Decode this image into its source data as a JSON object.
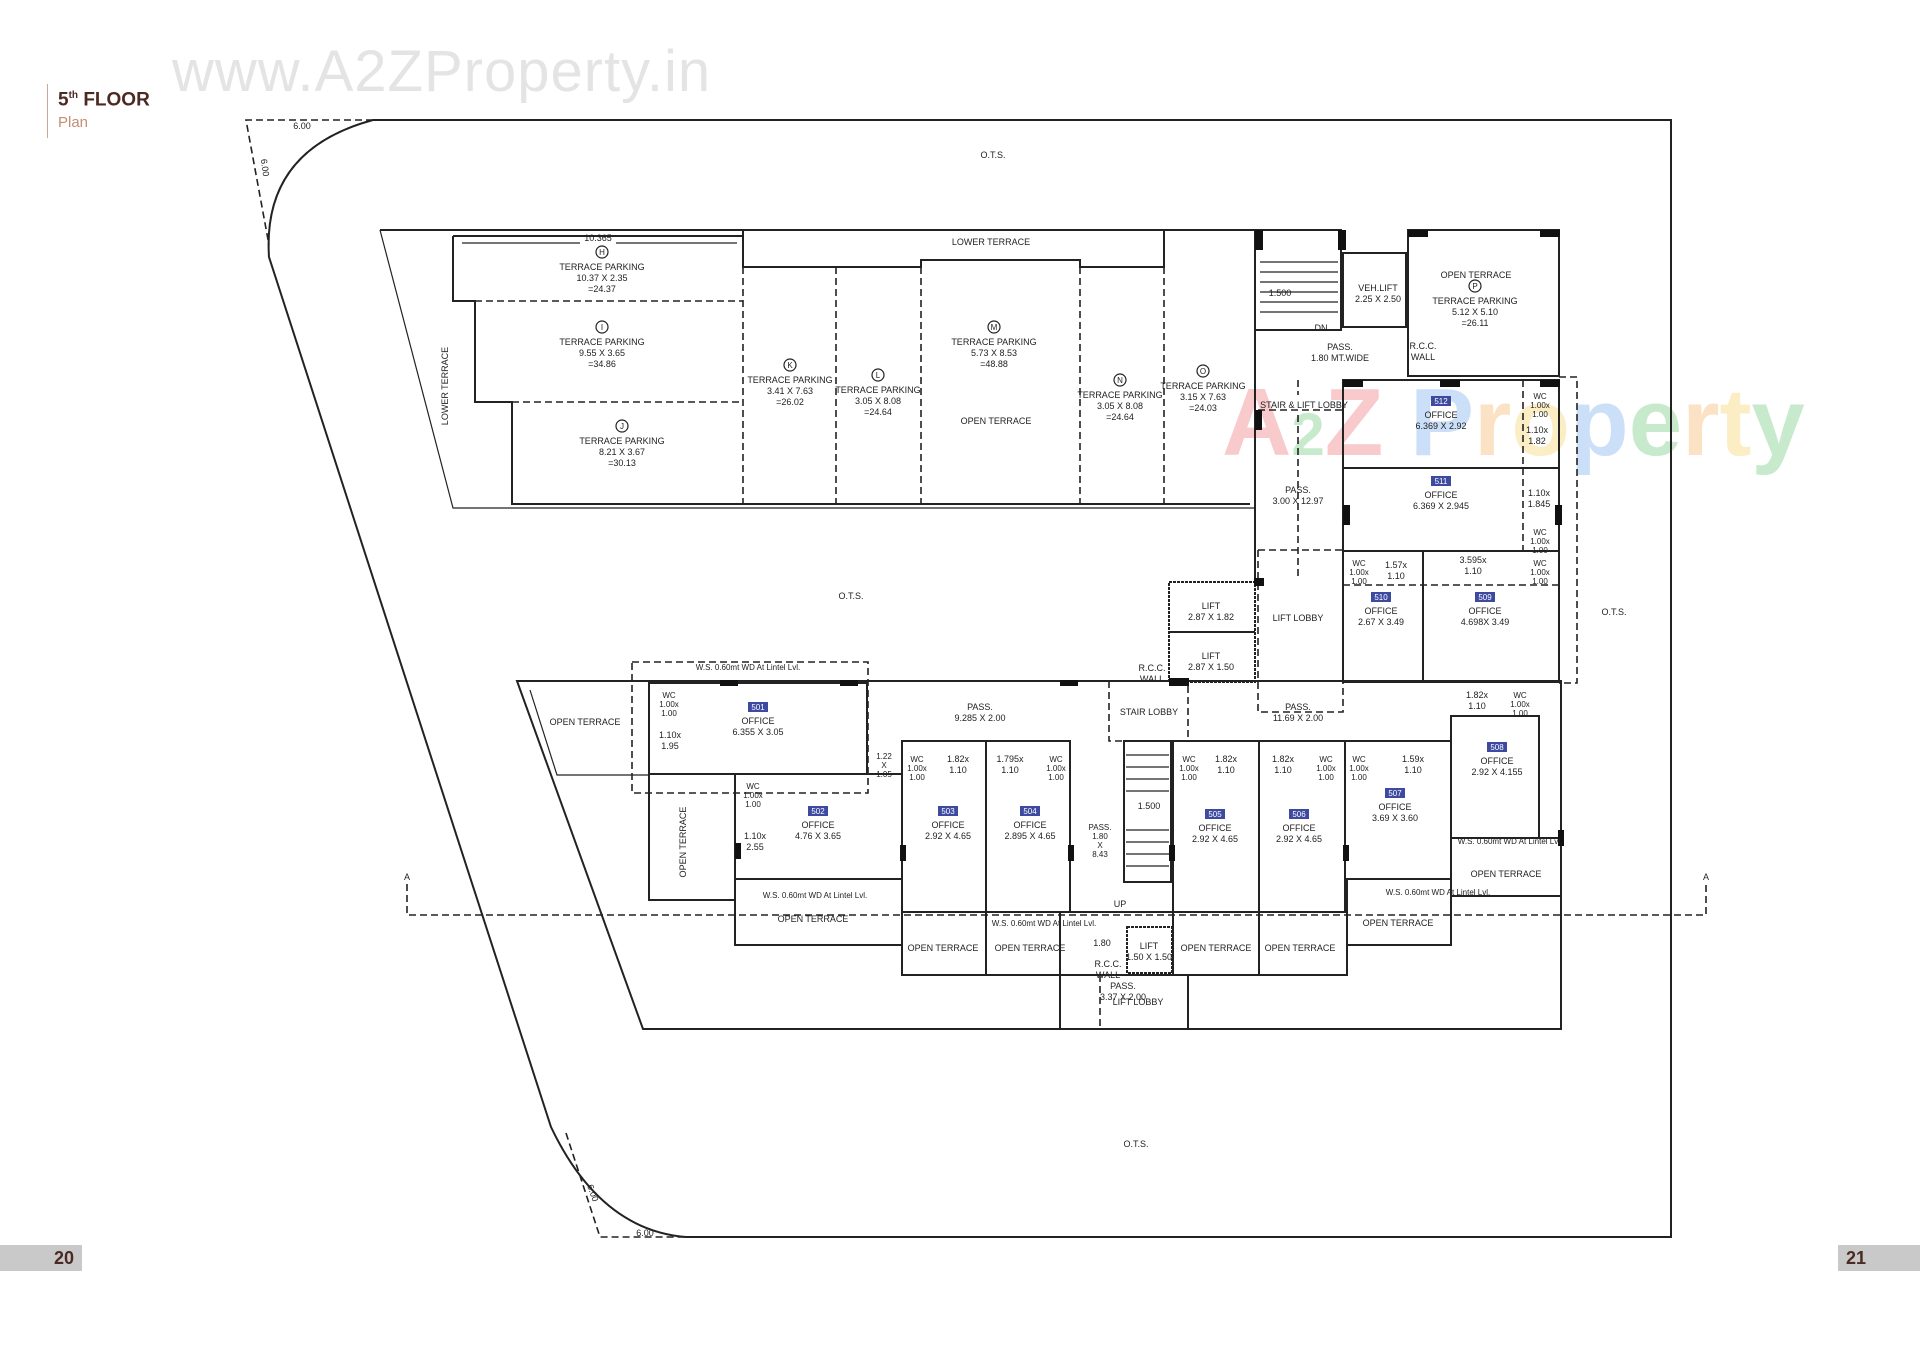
{
  "header": {
    "floor_number": "5",
    "floor_suffix": "th",
    "floor_word": "FLOOR",
    "subtitle": "Plan"
  },
  "watermark": {
    "url": "www.A2ZProperty.in",
    "brand": "A2Z Property"
  },
  "pages": {
    "left": "20",
    "right": "21"
  },
  "colors": {
    "title": "#4a2a22",
    "subtitle": "#c58d72",
    "badge": "#3d4aa0",
    "page_box": "#c9c9c9"
  },
  "dimensions": {
    "top": "6.00",
    "left": "6.00",
    "bottom_side": "6.00",
    "bottom": "6.00",
    "parking_width": "10.365",
    "section_left": "A",
    "section_right": "A"
  },
  "rooms": [
    {
      "tag": "H",
      "lines": [
        "TERRACE PARKING",
        "10.37 X 2.35",
        "=24.37"
      ]
    },
    {
      "tag": "I",
      "lines": [
        "TERRACE PARKING",
        "9.55 X 3.65",
        "=34.86"
      ]
    },
    {
      "tag": "J",
      "lines": [
        "TERRACE PARKING",
        "8.21 X 3.67",
        "=30.13"
      ]
    },
    {
      "tag": "K",
      "lines": [
        "TERRACE PARKING",
        "3.41 X 7.63",
        "=26.02"
      ]
    },
    {
      "tag": "L",
      "lines": [
        "TERRACE PARKING",
        "3.05 X 8.08",
        "=24.64"
      ]
    },
    {
      "tag": "M",
      "lines": [
        "TERRACE PARKING",
        "5.73 X 8.53",
        "=48.88"
      ]
    },
    {
      "tag": "N",
      "lines": [
        "TERRACE PARKING",
        "3.05 X 8.08",
        "=24.64"
      ]
    },
    {
      "tag": "O",
      "lines": [
        "TERRACE PARKING",
        "3.15 X 7.63",
        "=24.03"
      ]
    },
    {
      "tag": "P",
      "lines": [
        "TERRACE PARKING",
        "5.12 X 5.10",
        "=26.11"
      ]
    },
    {
      "number": "512",
      "lines": [
        "OFFICE",
        "6.369 X 2.92"
      ]
    },
    {
      "number": "511",
      "lines": [
        "OFFICE",
        "6.369 X 2.945"
      ]
    },
    {
      "number": "510",
      "lines": [
        "OFFICE",
        "2.67 X 3.49"
      ]
    },
    {
      "number": "509",
      "lines": [
        "OFFICE",
        "4.698X 3.49"
      ]
    },
    {
      "number": "501",
      "lines": [
        "OFFICE",
        "6.355 X 3.05"
      ]
    },
    {
      "number": "502",
      "lines": [
        "OFFICE",
        "4.76 X 3.65"
      ]
    },
    {
      "number": "503",
      "lines": [
        "OFFICE",
        "2.92 X 4.65"
      ]
    },
    {
      "number": "504",
      "lines": [
        "OFFICE",
        "2.895 X 4.65"
      ]
    },
    {
      "number": "505",
      "lines": [
        "OFFICE",
        "2.92 X 4.65"
      ]
    },
    {
      "number": "506",
      "lines": [
        "OFFICE",
        "2.92 X 4.65"
      ]
    },
    {
      "number": "507",
      "lines": [
        "OFFICE",
        "3.69 X 3.60"
      ]
    },
    {
      "number": "508",
      "lines": [
        "OFFICE",
        "2.92 X 4.155"
      ]
    },
    {
      "lines": [
        "LIFT",
        "2.87 X 1.82"
      ]
    },
    {
      "lines": [
        "LIFT",
        "2.87 X 1.50"
      ]
    },
    {
      "lines": [
        "VEH.LIFT",
        "2.25 X 2.50"
      ]
    },
    {
      "lines": [
        "LIFT",
        "1.50 X 1.50"
      ]
    },
    {
      "lines": [
        "PASS.",
        "1.80 MT.WIDE"
      ]
    },
    {
      "lines": [
        "PASS.",
        "3.00 X 12.97"
      ]
    },
    {
      "lines": [
        "PASS.",
        "11.69 X 2.00"
      ]
    },
    {
      "lines": [
        "PASS.",
        "9.285 X 2.00"
      ]
    },
    {
      "lines": [
        "PASS.",
        "1.80",
        "X",
        "8.43"
      ]
    },
    {
      "lines": [
        "PASS.",
        "3.37 X 2.00"
      ]
    },
    {
      "lines": [
        "STAIR & LIFT LOBBY"
      ]
    },
    {
      "lines": [
        "LIFT LOBBY"
      ]
    },
    {
      "lines": [
        "STAIR LOBBY"
      ]
    },
    {
      "lines": [
        "LIFT LOBBY"
      ]
    },
    {
      "lines": [
        "R.C.C.",
        "WALL"
      ]
    },
    {
      "lines": [
        "R.C.C.",
        "WALL"
      ]
    },
    {
      "lines": [
        "R.C.C.",
        "WALL"
      ]
    },
    {
      "lines": [
        "LOWER TERRACE"
      ]
    },
    {
      "lines": [
        "LOWER TERRACE"
      ]
    },
    {
      "lines": [
        "OPEN TERRACE"
      ]
    },
    {
      "lines": [
        "OPEN TERRACE"
      ]
    },
    {
      "lines": [
        "OPEN TERRACE"
      ]
    },
    {
      "lines": [
        "OPEN TERRACE"
      ]
    },
    {
      "lines": [
        "OPEN TERRACE"
      ]
    },
    {
      "lines": [
        "OPEN TERRACE"
      ]
    },
    {
      "lines": [
        "OPEN TERRACE"
      ]
    },
    {
      "lines": [
        "OPEN TERRACE"
      ]
    },
    {
      "lines": [
        "OPEN TERRACE"
      ]
    },
    {
      "lines": [
        "OPEN TERRACE"
      ]
    },
    {
      "lines": [
        "OPEN TERRACE"
      ]
    },
    {
      "lines": [
        "O.T.S."
      ]
    },
    {
      "lines": [
        "O.T.S."
      ]
    },
    {
      "lines": [
        "O.T.S."
      ]
    },
    {
      "lines": [
        "O.T.S."
      ]
    },
    {
      "lines": [
        "1.500"
      ]
    },
    {
      "lines": [
        "1.500"
      ]
    },
    {
      "lines": [
        "DN"
      ]
    },
    {
      "lines": [
        "UP"
      ]
    },
    {
      "lines": [
        "1.80"
      ]
    },
    {
      "lines": [
        "W.S. 0.60mt WD At Lintel Lvl."
      ]
    },
    {
      "lines": [
        "W.S. 0.60mt WD At Lintel Lvl."
      ]
    },
    {
      "lines": [
        "W.S. 0.60mt WD At Lintel Lvl."
      ]
    },
    {
      "lines": [
        "W.S. 0.60mt WD At Lintel Lvl."
      ]
    },
    {
      "lines": [
        "W.S. 0.60mt WD At Lintel Lvl."
      ]
    },
    {
      "lines": [
        "WC",
        "1.00x",
        "1.00"
      ]
    },
    {
      "lines": [
        "1.10x",
        "1.95"
      ]
    },
    {
      "lines": [
        "WC",
        "1.00x",
        "1.00"
      ]
    },
    {
      "lines": [
        "1.10x",
        "2.55"
      ]
    },
    {
      "lines": [
        "1.22",
        "X",
        "1.05"
      ]
    },
    {
      "lines": [
        "WC",
        "1.00x",
        "1.00"
      ]
    },
    {
      "lines": [
        "1.82x",
        "1.10"
      ]
    },
    {
      "lines": [
        "1.795x",
        "1.10"
      ]
    },
    {
      "lines": [
        "WC",
        "1.00x",
        "1.00"
      ]
    },
    {
      "lines": [
        "WC",
        "1.00x",
        "1.00"
      ]
    },
    {
      "lines": [
        "1.82x",
        "1.10"
      ]
    },
    {
      "lines": [
        "1.82x",
        "1.10"
      ]
    },
    {
      "lines": [
        "WC",
        "1.00x",
        "1.00"
      ]
    },
    {
      "lines": [
        "WC",
        "1.00x",
        "1.00"
      ]
    },
    {
      "lines": [
        "1.59x",
        "1.10"
      ]
    },
    {
      "lines": [
        "1.82x",
        "1.10"
      ]
    },
    {
      "lines": [
        "WC",
        "1.00x",
        "1.00"
      ]
    },
    {
      "lines": [
        "WC",
        "1.00x",
        "1.00"
      ]
    },
    {
      "lines": [
        "1.10x",
        "1.82"
      ]
    },
    {
      "lines": [
        "1.10x",
        "1.845"
      ]
    },
    {
      "lines": [
        "WC",
        "1.00x",
        "1.00"
      ]
    },
    {
      "lines": [
        "WC",
        "1.00x",
        "1.00"
      ]
    },
    {
      "lines": [
        "1.57x",
        "1.10"
      ]
    },
    {
      "lines": [
        "3.595x",
        "1.10"
      ]
    },
    {
      "lines": [
        "WC",
        "1.00x",
        "1.00"
      ]
    }
  ]
}
